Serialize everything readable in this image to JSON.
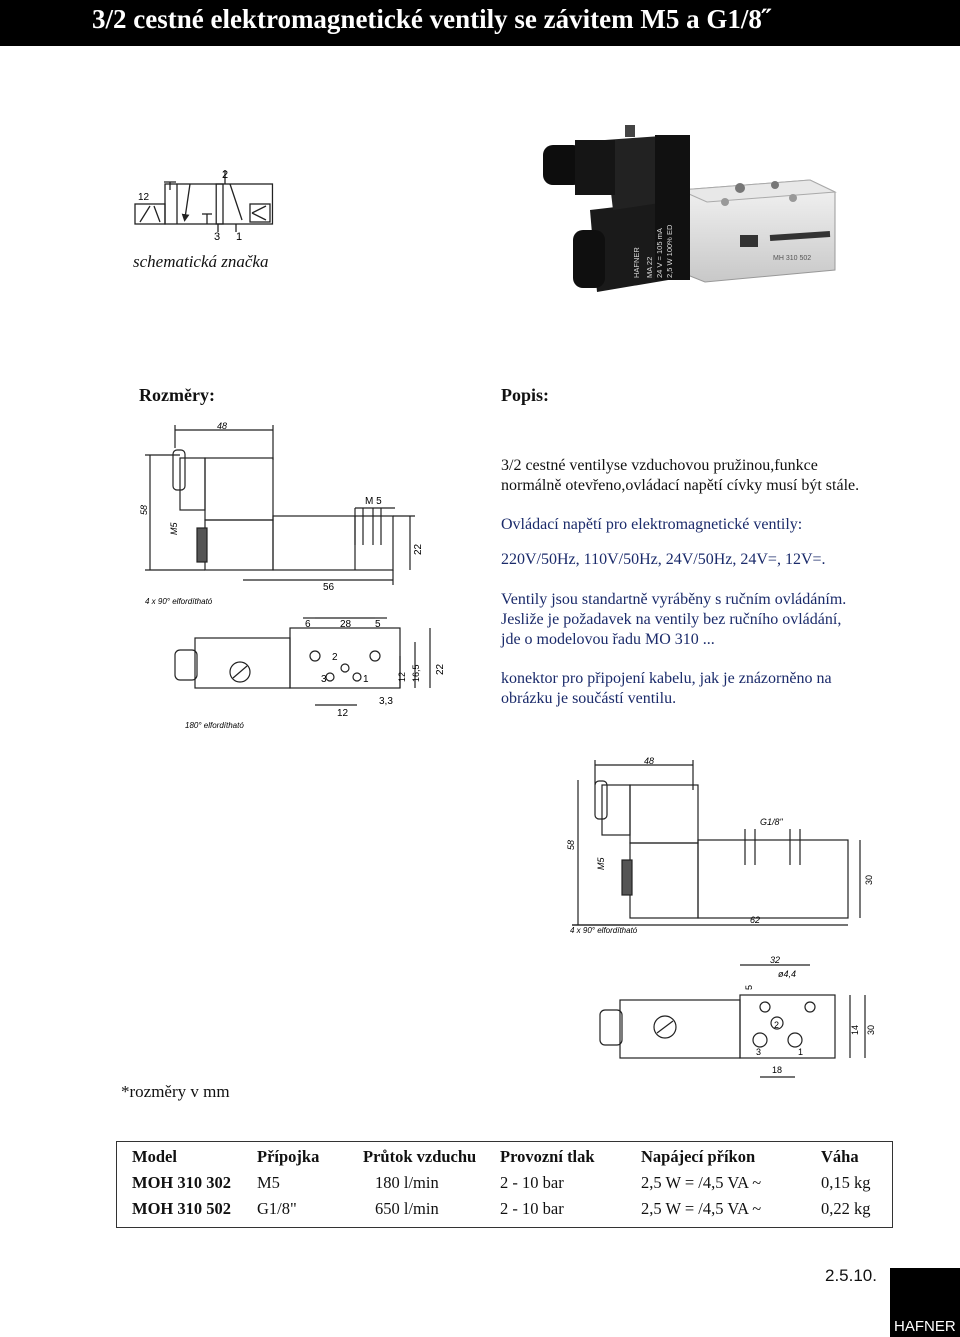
{
  "header": {
    "title": "3/2 cestné elektromagnetické ventily se závitem M5 a G1/8˝"
  },
  "symbol": {
    "caption": "schematická značka",
    "port_12": "12",
    "port_2": "2",
    "port_3": "3",
    "port_1": "1"
  },
  "photo": {
    "coil_label_lines": [
      "HAFNER",
      "MA 22",
      "24 V = 105 mA",
      "2,5 W   100% ED"
    ],
    "body_label": "MH 310 502"
  },
  "sections": {
    "dimensions_heading": "Rozměry:",
    "description_heading": "Popis:"
  },
  "description": {
    "p1_line1": "3/2 cestné ventilyse vzduchovou pružinou,funkce",
    "p1_line2": "normálně otevřeno,ovládací napětí cívky musí být stále.",
    "p2": "Ovládací napětí pro elektromagnetické ventily:",
    "p3": "220V/50Hz, 110V/50Hz, 24V/50Hz, 24V=, 12V=.",
    "p4_line1": "Ventily jsou standartně vyráběny s ručním ovládáním.",
    "p4_line2": "Jesliže je požadavek na ventily bez ručního ovládání,",
    "p4_line3": "jde o modelovou řadu MO 310 ...",
    "p5_line1": "konektor pro připojení kabelu, jak je znázorněno na",
    "p5_line2": "obrázku je součástí ventilu."
  },
  "drawing_m5": {
    "d48": "48",
    "d58": "58",
    "m5_side": "M5",
    "m5_top": "M 5",
    "d22": "22",
    "d56": "56",
    "rot_note_1": "4 x 90° elfordítható",
    "d6": "6",
    "d28": "28",
    "d5": "5",
    "p2": "2",
    "p3": "3",
    "p1": "1",
    "d12v": "12",
    "d16_5": "16,5",
    "d22b": "22",
    "d12h": "12",
    "d3_3": "3,3",
    "rot_note_2": "180° elfordítható"
  },
  "drawing_g18": {
    "d48": "48",
    "d58": "58",
    "m5": "M5",
    "g18": "G1/8\"",
    "d30": "30",
    "d62": "62",
    "rot_note": "4 x 90° elfordítható",
    "d32": "32",
    "d4_4": "ø4,4",
    "d5": "5",
    "d14": "14",
    "d30b": "30",
    "d18": "18",
    "p2": "2",
    "p3": "3",
    "p1": "1"
  },
  "units_note": "*rozměry v mm",
  "table": {
    "headers": [
      "Model",
      "Přípojka",
      "Průtok vzduchu",
      "Provozní tlak",
      "Napájecí příkon",
      "Váha"
    ],
    "rows": [
      [
        "MOH 310 302",
        "M5",
        "180 l/min",
        "2 - 10 bar",
        "2,5 W = /4,5 VA ~",
        "0,15 kg"
      ],
      [
        "MOH 310 502",
        "G1/8\"",
        "650 l/min",
        "2 - 10 bar",
        "2,5 W = /4,5 VA ~",
        "0,22 kg"
      ]
    ]
  },
  "footer": {
    "page_number": "2.5.10.",
    "brand": "HAFNER"
  }
}
